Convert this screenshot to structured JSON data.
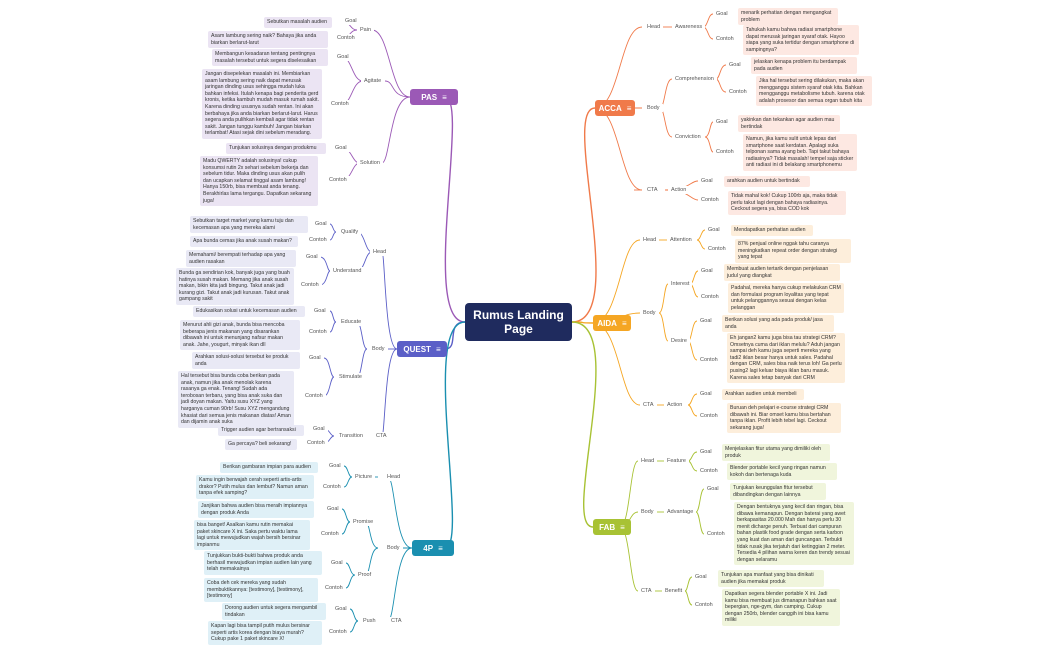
{
  "center": {
    "title": "Rumus Landing Page"
  },
  "branches": {
    "pas": {
      "label": "PAS",
      "icon": "≡",
      "color": "#9b59b6",
      "pain": {
        "label": "Pain",
        "goal_label": "Goal",
        "example_label": "Contoh",
        "goal": "Sebutkan masalah audien",
        "example": "Asam lambung sering naik? Bahaya jika anda biarkan berlarut-larut"
      },
      "agitate": {
        "label": "Agitate",
        "goal_label": "Goal",
        "example_label": "Contoh",
        "goal": "Membangun kesadaran tentang pentingnya masalah tersebut untuk segera diselesaikan",
        "example": "Jangan disepelekan masalah ini. Membiarkan asam lambung sering naik dapat merusak jaringan dinding usus sehingga mudah luka bahkan infeksi. Itulah kenapa bagi penderita gerd kronis, ketika kambuh mudah masuk rumah sakit. Karena dinding ususnya sudah rentan. Ini akan berbahaya jika anda biarkan berlarut-larut. Harus segera anda pulihkan kembali agar tidak rentan sakit. Jangan tunggu kambuh! Jangan biarkan terlambat! Atasi sejak dini sebelum meradang."
      },
      "solution": {
        "label": "Solution",
        "goal_label": "Goal",
        "example_label": "Contoh",
        "goal": "Tunjukan solusinya dengan produkmu",
        "example": "Madu QWERTY adalah solusinya! cukup konsumsi rutin 2x sehari sebelum bekerja dan sebelum tidur. Maka dinding usus akan pulih dan ucapkan selamat tinggal asam lambung! Hanya 150rb, bisa membuat anda tenang. Berakhirlas lama tergangu. Dapatkan sekarang juga!"
      }
    },
    "quest": {
      "label": "QUEST",
      "icon": "≡",
      "color": "#5b5fc7",
      "head_label": "Head",
      "body_label": "Body",
      "cta_label": "CTA",
      "qualify": {
        "label": "Qualify",
        "goal_label": "Goal",
        "example_label": "Contoh",
        "goal": "Sebutkan target market yang kamu tuju dan kecemasan apa yang mereka alami",
        "example": "Apa bunda cemas jika anak susah makan?"
      },
      "understand": {
        "label": "Understand",
        "goal_label": "Goal",
        "example_label": "Contoh",
        "goal": "Memahami/ berempati terhadap apa yang audien rasakan",
        "example": "Bunda ga sendirian kok, banyak juga yang buah hatinya susah makan. Memang jika anak susah makan, bikin kita jadi bingung. Takut anak jadi kurang gizi. Takut anak jadi kurusan. Takut anak gampang sakit"
      },
      "educate": {
        "label": "Educate",
        "goal_label": "Goal",
        "example_label": "Contoh",
        "goal": "Edukasikan solusi untuk kecemasan audien",
        "example": "Menurut ahli gizi anak, bunda bisa mencoba beberapa jenis makanan yang disarankan dibawah ini untuk menunjang nafsur makan anak. Jahe, yougurt, minyak ikan dll"
      },
      "stimulate": {
        "label": "Stimulate",
        "goal_label": "Goal",
        "example_label": "Contoh",
        "goal": "Arahkan solusi-solusi tersebut ke produk anda",
        "example": "Hal tersebut bisa bunda coba berikan pada anak, namun jika anak menolak karena rasanya ga enak. Tenang! Sudah ada terobosan terbaru, yang bisa anak suka dan jadi doyan makan. Yaitu susu XYZ yang harganya cuman 90rb! Susu XYZ mengandung khasiat dari semua jenis makanan diatas! Aman dan dijamin anak suka"
      },
      "transition": {
        "label": "Transition",
        "goal_label": "Goal",
        "example_label": "Contoh",
        "goal": "Trigger audien agar bertransaksi",
        "example": "Ga percaya? beli sekarang!"
      }
    },
    "fourp": {
      "label": "4P",
      "icon": "≡",
      "color": "#1a8fb0",
      "head_label": "Head",
      "body_label": "Body",
      "cta_label": "CTA",
      "picture": {
        "label": "Picture",
        "goal_label": "Goal",
        "example_label": "Contoh",
        "goal": "Berikan gambaran impian para audien",
        "example": "Kamu ingin berwajah cerah seperti artis-artis drakor? Putih mulus dan lembut? Namun aman tanpa efek samping?"
      },
      "promise": {
        "label": "Promise",
        "goal_label": "Goal",
        "example_label": "Contoh",
        "goal": "Janjikan bahwa audien bisa meraih impiannya dengan produk Anda",
        "example": "bisa banget! Asalkan kamu rutin memakai paket skincare X ini. Saka pertu waktu lama lagi untuk mewujudkan wajah bersih bersinar impianmu"
      },
      "proof": {
        "label": "Proof",
        "goal_label": "Goal",
        "example_label": "Contoh",
        "goal": "Tunjukkan bukti-bukti bahwa produk anda berhasil mewujudkan impian audien lain yang telah memakainya",
        "example": "Coba deh cek mereka yang sudah membuktikannya: [testimony], [testimony], [testimony]"
      },
      "push": {
        "label": "Push",
        "goal_label": "Goal",
        "example_label": "Contoh",
        "goal": "Dorong audien untuk segera mengambil tindakan",
        "example": "Kapan lagi bisa tampil putih mulus bersinar seperti artis korea dengan biaya murah? Cukup pake 1 paket skincare X!"
      }
    },
    "acca": {
      "label": "ACCA",
      "icon": "≡",
      "color": "#f07a4a",
      "head_label": "Head",
      "body_label": "Body",
      "cta_label": "CTA",
      "awareness": {
        "label": "Awareness",
        "goal_label": "Goal",
        "example_label": "Contoh",
        "goal": "menarik perhatian dengan mengangkat problem",
        "example": "Tahukah kamu bahwa radiasi smartphone dapat merusak jaringan syaraf otak. Hayoo siapa yang suka tertidur dengan smartphone di sampingnya?"
      },
      "comprehension": {
        "label": "Comprehension",
        "goal_label": "Goal",
        "example_label": "Contoh",
        "goal": "jelaskan kenapa problem itu berdampak pada audien",
        "example": "Jika hal tersebut sering dilakukan, maka akan mengganggu sistem syaraf otak kita. Bahkan mengganggu metabolisme tubuh. karena otak adalah prosesor dan semua organ tubuh kita"
      },
      "conviction": {
        "label": "Conviction",
        "goal_label": "Goal",
        "example_label": "Contoh",
        "goal": "yakinkan dan tekankan agar audien mau bertindak",
        "example": "Namun, jika kamu sulit untuk lepas dari smartphone saat kerdatan. Apalagi suka telponan sama ayang beb. Tapi takut bahaya radiasinya? Tidak masalah! tempel saja sticker anti radiasi ini di belakang smartphonemu"
      },
      "action": {
        "label": "Action",
        "goal_label": "Goal",
        "example_label": "Contoh",
        "goal": "arahkan audien untuk bertindak",
        "example": "Tidak mahal kok! Cukup 100rb aja, maka tidak perlu takut lagi dengan bahaya radiasinya. Ceckout segera ya, bisa COD kok"
      }
    },
    "aida": {
      "label": "AIDA",
      "icon": "≡",
      "color": "#f5a623",
      "head_label": "Head",
      "body_label": "Body",
      "cta_label": "CTA",
      "attention": {
        "label": "Attention",
        "goal_label": "Goal",
        "example_label": "Contoh",
        "goal": "Mendapatkan perhatian audien",
        "example": "87% penjual online nggak tahu caranya meningkatkan repeat order dengan strategi yang tepat"
      },
      "interest": {
        "label": "Interest",
        "goal_label": "Goal",
        "example_label": "Contoh",
        "goal": "Membuat audien tertarik dengan penjelasan judul yang diangkat",
        "example": "Padahal, mereka hanya cukup melakukan CRM dan formulasi program loyalitas yang tepat untuk pelanggannya sesuai dengan kelas pelanggan"
      },
      "desire": {
        "label": "Desire",
        "goal_label": "Goal",
        "example_label": "Contoh",
        "goal": "Berikan solusi yang ada pada produk/ jasa anda",
        "example": "Eh jangan2 kamu juga bisa tau strategi CRM? Omsetnya cuma dari iklan melulu? Aduh jangan sampai deh kamu juga seperti mereka yang tadi2 iklan besar hanya untuk sales. Padahal dengan CRM, sales bisa naik terus loh! Ga perlu pusing2 lagi keluar biaya iklan baru masuk. Karena sales tetap banyak dari CRM"
      },
      "action": {
        "label": "Action",
        "goal_label": "Goal",
        "example_label": "Contoh",
        "goal": "Arahkan audien untuk membeli",
        "example": "Buruan deh pelajari e-course strategi CRM dibawah ini. Biar omset kamu bisa bertahan tanpa iklan. Profit lebih tebel lagi. Ceckout sekarang juga!"
      }
    },
    "fab": {
      "label": "FAB",
      "icon": "≡",
      "color": "#a8c234",
      "head_label": "Head",
      "body_label": "Body",
      "cta_label": "CTA",
      "feature": {
        "label": "Feature",
        "goal_label": "Goal",
        "example_label": "Contoh",
        "goal": "Menjelaskan fitur utama yang dimiliki oleh produk",
        "example": "Blender portable kecil yang ringan namun kokoh dan bertenaga kuda"
      },
      "advantage": {
        "label": "Advantage",
        "goal_label": "Goal",
        "example_label": "Contoh",
        "goal": "Tunjukan keunggulan fitur tersebut dibandingkan dengan lainnya",
        "example": "Dengan bentuknya yang kecil dan ringan, bisa dibawa kemanapun. Dengan baterai yang awet berkapasitas 20.000 Mah dan hanya perlu 30 menit dicharge penuh. Terbuat dari campuran bahan plastik food grade dengan serta karbon yang kuat dan aman dari guncangan. Terbukti tidak rusak jika terjatuh dari ketinggian 2 meter. Tersedia 4 pilihan warna keren dan trendy sesuai dengan selaramu"
      },
      "benefit": {
        "label": "Benefit",
        "goal_label": "Goal",
        "example_label": "Contoh",
        "goal": "Tunjukan apa manfaat yang bisa dinikati audien jika memakai produk",
        "example": "Dapatkan segera blender portable X ini. Jadi kamu bisa membuat jus dimanapun bahkan saat bepergian, nge-gym, dan camping. Cukup dengan 250rb, blender canggih ini bisa kamu miliki"
      }
    }
  }
}
